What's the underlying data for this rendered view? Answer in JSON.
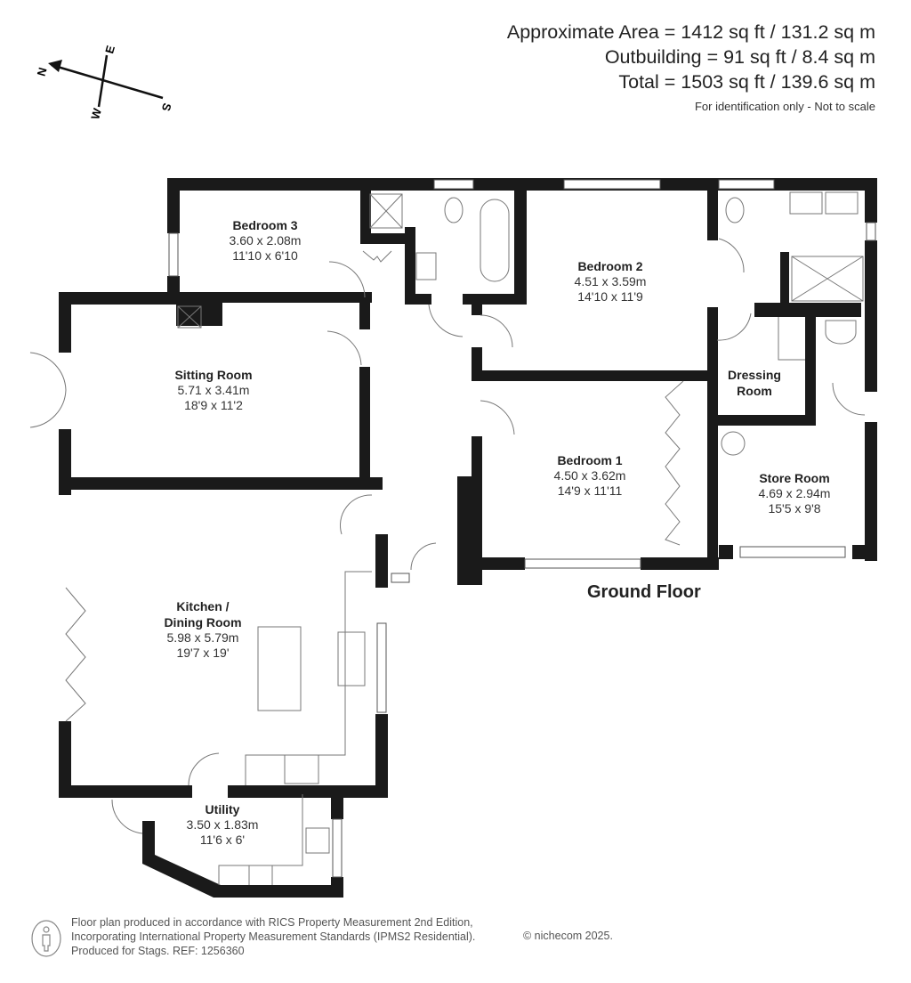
{
  "header": {
    "area_lines": [
      "Approximate Area = 1412 sq ft / 131.2 sq m",
      "Outbuilding = 91 sq ft / 8.4 sq m",
      "Total = 1503 sq ft / 139.6 sq m"
    ],
    "note": "For identification only - Not to scale"
  },
  "compass": {
    "n": "N",
    "s": "S",
    "e": "E",
    "w": "W",
    "icon": "compass-icon"
  },
  "floor_title": "Ground Floor",
  "rooms": [
    {
      "id": "bedroom-3",
      "name": "Bedroom 3",
      "metric": "3.60 x 2.08m",
      "imperial": "11'10 x 6'10"
    },
    {
      "id": "bedroom-2",
      "name": "Bedroom 2",
      "metric": "4.51 x 3.59m",
      "imperial": "14'10 x 11'9"
    },
    {
      "id": "sitting-room",
      "name": "Sitting Room",
      "metric": "5.71 x 3.41m",
      "imperial": "18'9 x 11'2"
    },
    {
      "id": "dressing-room",
      "name_line1": "Dressing",
      "name_line2": "Room"
    },
    {
      "id": "bedroom-1",
      "name": "Bedroom 1",
      "metric": "4.50 x 3.62m",
      "imperial": "14'9 x 11'11"
    },
    {
      "id": "store-room",
      "name": "Store Room",
      "metric": "4.69 x 2.94m",
      "imperial": "15'5 x 9'8"
    },
    {
      "id": "kitchen-dining",
      "name_line1": "Kitchen /",
      "name_line2": "Dining Room",
      "metric": "5.98 x 5.79m",
      "imperial": "19'7 x 19'"
    },
    {
      "id": "utility",
      "name": "Utility",
      "metric": "3.50 x 1.83m",
      "imperial": "11'6 x 6'"
    }
  ],
  "footer": {
    "lines": [
      "Floor plan produced in accordance with RICS Property Measurement 2nd Edition,",
      "Incorporating International Property Measurement Standards (IPMS2 Residential).",
      "Produced for Stags.   REF: 1256360"
    ],
    "copyright": "© nichecom 2025.",
    "icon": "person-icon"
  },
  "colors": {
    "wall": "#1a1a1a",
    "text": "#222222",
    "line": "#777777",
    "background": "#ffffff"
  }
}
